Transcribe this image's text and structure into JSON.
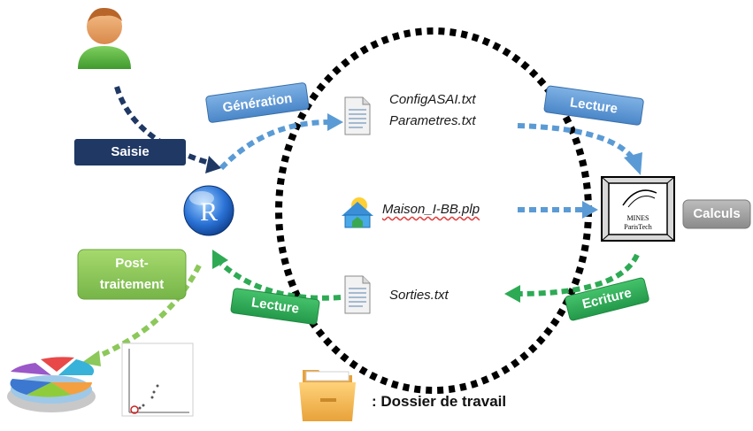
{
  "labels": {
    "generation": "Génération",
    "lecture_top": "Lecture",
    "saisie": "Saisie",
    "calculs": "Calculs",
    "post_traitement_1": "Post-",
    "post_traitement_2": "traitement",
    "lecture_bottom": "Lecture",
    "ecriture": "Ecriture"
  },
  "files": {
    "config": "ConfigASAI.txt",
    "parametres": "Parametres.txt",
    "maison": "Maison_I-BB.plp",
    "sorties": "Sorties.txt"
  },
  "legend": {
    "dossier": ": Dossier de travail"
  },
  "icons": {
    "r_logo": "R",
    "mines_line1": "MINES",
    "mines_line2": "ParisTech"
  },
  "colors": {
    "navy": "#1f3864",
    "blue": "#5b9bd5",
    "green": "#2eaa55",
    "light_green": "#8cc85a",
    "gray": "#9a9a9a",
    "black": "#000000"
  }
}
